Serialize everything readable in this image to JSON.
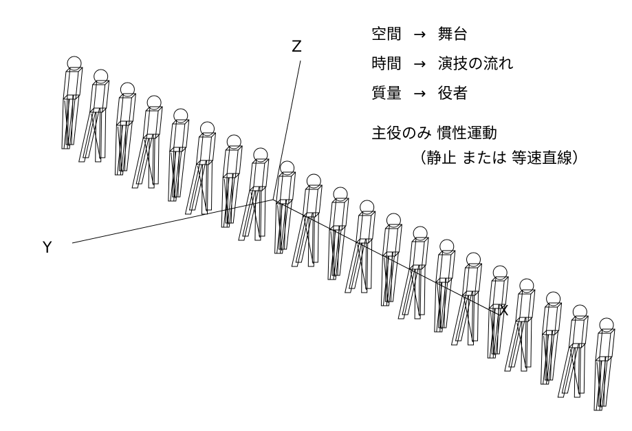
{
  "axes": {
    "z_label": "Z",
    "y_label": "Y",
    "x_label": "X"
  },
  "mapping": [
    {
      "left": "空間",
      "arrow": "→",
      "right": "舞台"
    },
    {
      "left": "時間",
      "arrow": "→",
      "right": "演技の流れ"
    },
    {
      "left": "質量",
      "arrow": "→",
      "right": "役者"
    }
  ],
  "note": {
    "line1": "主役のみ  慣性運動",
    "line2": "（静止  または  等速直線）"
  },
  "figure_count": 21,
  "line_color": "#000000"
}
